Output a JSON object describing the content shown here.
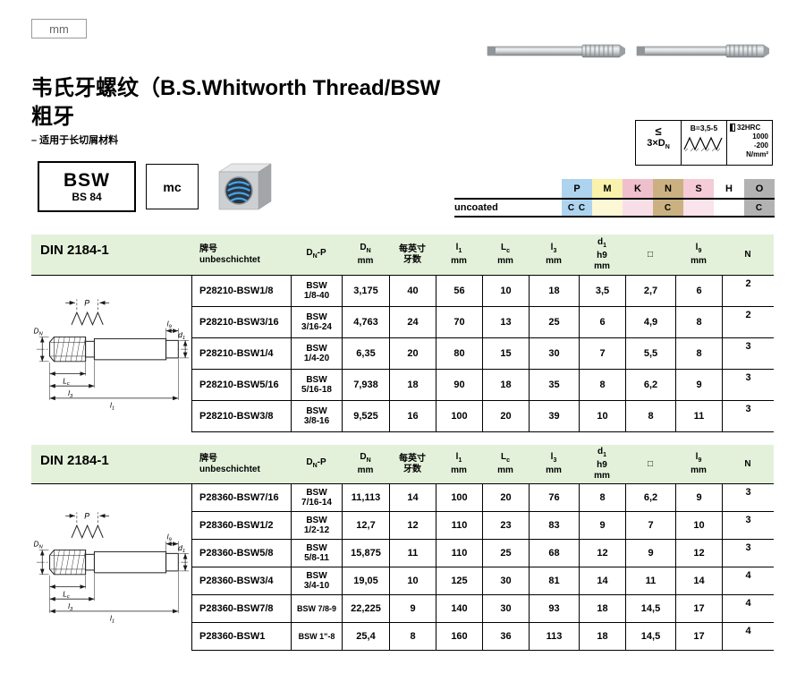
{
  "page": {
    "unit_label": "mm",
    "title_line1": "韦氏牙螺纹（B.S.Whitworth Thread/BSW",
    "title_line2": "粗牙",
    "subtitle": "– 适用于长切屑材料",
    "standard_name": "BSW",
    "standard_code": "BS 84",
    "type_label": "mc"
  },
  "spec_icons": {
    "depth_symbol": "≤",
    "depth_value": "3×D",
    "depth_sub": "N",
    "chamfer_label": "B=3,5-5",
    "hardness": "32HRC",
    "strength_max": "1000",
    "strength_min": "-200",
    "strength_unit": "N/mm²"
  },
  "material_table": {
    "coating_label": "uncoated",
    "columns": [
      {
        "label": "P",
        "color": "#aed3ee",
        "mark": "C C",
        "mark_bg": "#aed3ee"
      },
      {
        "label": "M",
        "color": "#f8f2ac",
        "mark": "",
        "mark_bg": "#fcf8d6"
      },
      {
        "label": "K",
        "color": "#f0bfcd",
        "mark": "",
        "mark_bg": "#f8dfe7"
      },
      {
        "label": "N",
        "color": "#cbb181",
        "mark": "C",
        "mark_bg": "#cbb181"
      },
      {
        "label": "S",
        "color": "#f5cbd7",
        "mark": "",
        "mark_bg": "#fae3eb"
      },
      {
        "label": "H",
        "color": "#ffffff",
        "mark": "",
        "mark_bg": "#ffffff"
      },
      {
        "label": "O",
        "color": "#b2b2b2",
        "mark": "C",
        "mark_bg": "#b2b2b2"
      }
    ]
  },
  "drawing": {
    "p": "P",
    "dn_m": "D",
    "dn_s": "N",
    "lc_m": "L",
    "lc_s": "c",
    "l3_m": "l",
    "l3_s": "3",
    "l1_m": "l",
    "l1_s": "1",
    "d1_m": "d",
    "d1_s": "1",
    "l9_m": "l",
    "l9_s": "9"
  },
  "table_headers": [
    [
      [
        {
          "t": "牌号"
        }
      ],
      [
        {
          "t": "unbeschichtet"
        }
      ]
    ],
    [
      [
        {
          "t": "D"
        },
        {
          "t": "N",
          "sub": true
        },
        {
          "t": "-P"
        }
      ]
    ],
    [
      [
        {
          "t": "D"
        },
        {
          "t": "N",
          "sub": true
        }
      ],
      [
        {
          "t": "mm"
        }
      ]
    ],
    [
      [
        {
          "t": "每英寸"
        }
      ],
      [
        {
          "t": "牙数"
        }
      ]
    ],
    [
      [
        {
          "t": "l"
        },
        {
          "t": "1",
          "sub": true
        }
      ],
      [
        {
          "t": "mm"
        }
      ]
    ],
    [
      [
        {
          "t": "L"
        },
        {
          "t": "c",
          "sub": true
        }
      ],
      [
        {
          "t": "mm"
        }
      ]
    ],
    [
      [
        {
          "t": "l"
        },
        {
          "t": "3",
          "sub": true
        }
      ],
      [
        {
          "t": "mm"
        }
      ]
    ],
    [
      [
        {
          "t": "d"
        },
        {
          "t": "1",
          "sub": true
        }
      ],
      [
        {
          "t": "h9"
        }
      ],
      [
        {
          "t": "mm"
        }
      ]
    ],
    [
      [
        {
          "t": "□"
        }
      ]
    ],
    [
      [
        {
          "t": "l"
        },
        {
          "t": "9",
          "sub": true
        }
      ],
      [
        {
          "t": "mm"
        }
      ]
    ],
    [
      [
        {
          "t": "N"
        }
      ]
    ]
  ],
  "tables": [
    {
      "title": "DIN 2184-1",
      "rows": [
        {
          "name": "P28210-BSW1/8",
          "size": [
            "BSW",
            "1/8-40"
          ],
          "values": [
            "3,175",
            "40",
            "56",
            "10",
            "18",
            "3,5",
            "2,7",
            "6"
          ],
          "n": "2"
        },
        {
          "name": "P28210-BSW3/16",
          "size": [
            "BSW",
            "3/16-24"
          ],
          "values": [
            "4,763",
            "24",
            "70",
            "13",
            "25",
            "6",
            "4,9",
            "8"
          ],
          "n": "2"
        },
        {
          "name": "P28210-BSW1/4",
          "size": [
            "BSW",
            "1/4-20"
          ],
          "values": [
            "6,35",
            "20",
            "80",
            "15",
            "30",
            "7",
            "5,5",
            "8"
          ],
          "n": "3"
        },
        {
          "name": "P28210-BSW5/16",
          "size": [
            "BSW",
            "5/16-18"
          ],
          "values": [
            "7,938",
            "18",
            "90",
            "18",
            "35",
            "8",
            "6,2",
            "9"
          ],
          "n": "3"
        },
        {
          "name": "P28210-BSW3/8",
          "size": [
            "BSW",
            "3/8-16"
          ],
          "values": [
            "9,525",
            "16",
            "100",
            "20",
            "39",
            "10",
            "8",
            "11"
          ],
          "n": "3"
        }
      ]
    },
    {
      "title": "DIN 2184-1",
      "rows": [
        {
          "name": "P28360-BSW7/16",
          "size": [
            "BSW",
            "7/16-14"
          ],
          "values": [
            "11,113",
            "14",
            "100",
            "20",
            "76",
            "8",
            "6,2",
            "9"
          ],
          "n": "3"
        },
        {
          "name": "P28360-BSW1/2",
          "size": [
            "BSW",
            "1/2-12"
          ],
          "values": [
            "12,7",
            "12",
            "110",
            "23",
            "83",
            "9",
            "7",
            "10"
          ],
          "n": "3"
        },
        {
          "name": "P28360-BSW5/8",
          "size": [
            "BSW",
            "5/8-11"
          ],
          "values": [
            "15,875",
            "11",
            "110",
            "25",
            "68",
            "12",
            "9",
            "12"
          ],
          "n": "3"
        },
        {
          "name": "P28360-BSW3/4",
          "size": [
            "BSW",
            "3/4-10"
          ],
          "values": [
            "19,05",
            "10",
            "125",
            "30",
            "81",
            "14",
            "11",
            "14"
          ],
          "n": "4"
        },
        {
          "name": "P28360-BSW7/8",
          "size": [
            "BSW 7/8-9"
          ],
          "values": [
            "22,225",
            "9",
            "140",
            "30",
            "93",
            "18",
            "14,5",
            "17"
          ],
          "n": "4"
        },
        {
          "name": "P28360-BSW1",
          "size": [
            "BSW 1\"-8"
          ],
          "values": [
            "25,4",
            "8",
            "160",
            "36",
            "113",
            "18",
            "14,5",
            "17"
          ],
          "n": "4"
        }
      ]
    }
  ]
}
